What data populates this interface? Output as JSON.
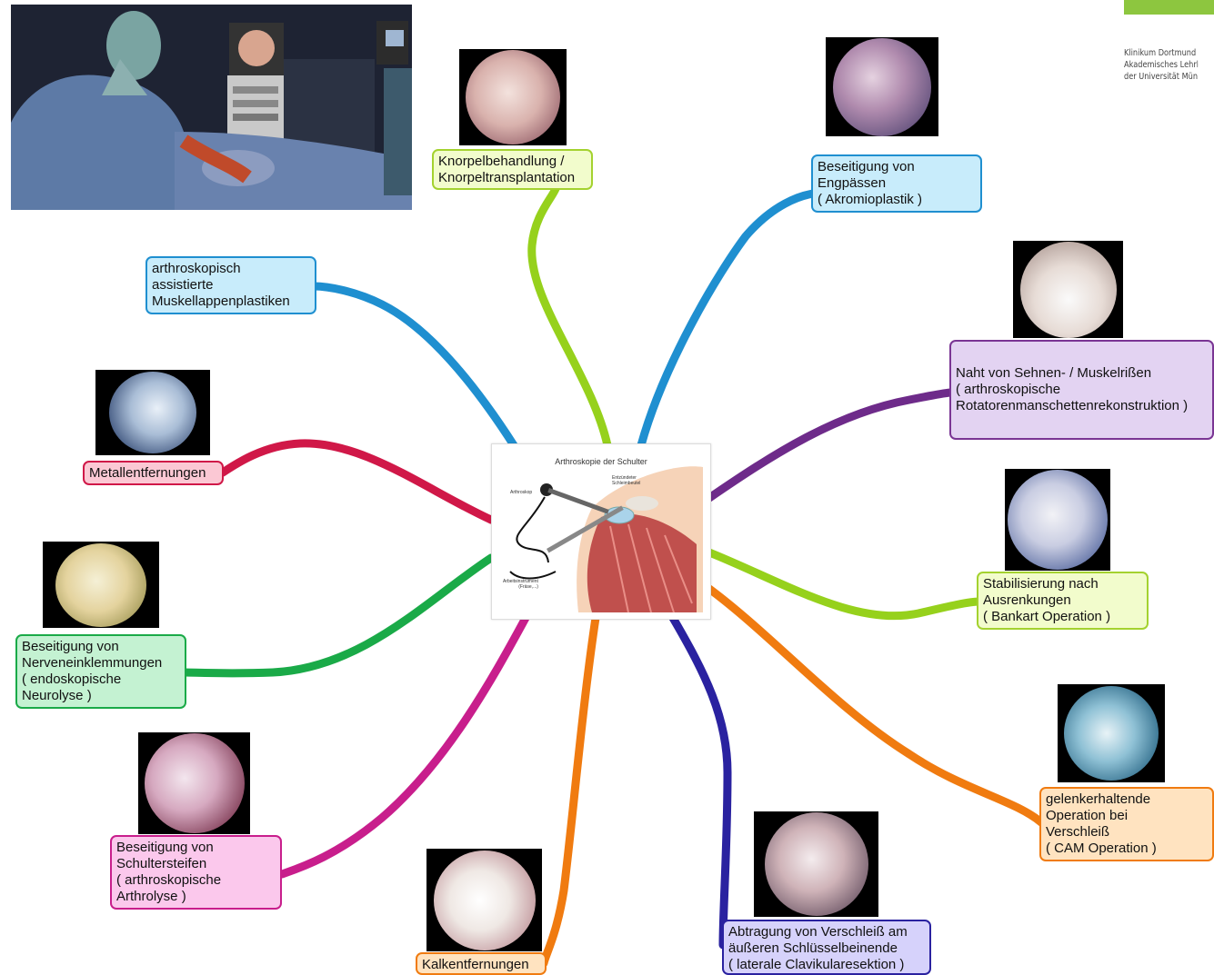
{
  "logo": {
    "accent": "#8dc63f",
    "lines": [
      "Klinikum Dortmund gGmbH",
      "Akademisches Lehrkrankenhaus",
      "der Universität Münster"
    ]
  },
  "center": {
    "title": "Arthroskopie der Schulter",
    "label_arthroskop": "Arthroskop",
    "label_schleimbeutel": "Entzündeter\nSchleimbeutel",
    "label_instrument": "Arbeitsinstrument\n(Fräse,...)"
  },
  "nodes": [
    {
      "id": "knorpel",
      "text": "Knorpelbehandlung /\nKnorpeltransplantation",
      "fill": "#f2fccc",
      "border": "#a4d22f",
      "branch": "#96d11c"
    },
    {
      "id": "engpass",
      "text": "Beseitigung von\nEngpässen\n( Akromioplastik )",
      "fill": "#c8ecfb",
      "border": "#1f8fd0",
      "branch": "#1f8fd0"
    },
    {
      "id": "muskellappen",
      "text": "arthroskopisch\nassistierte\nMuskellappenplastiken",
      "fill": "#c8ecfb",
      "border": "#1f8fd0",
      "branch": "#1f8fd0"
    },
    {
      "id": "naht",
      "text": "Naht von Sehnen- / Muskelrißen\n( arthroskopische\nRotatorenmanschettenrekonstruktion )",
      "fill": "#e3d3f2",
      "border": "#7a3594",
      "branch": "#6e2b8a"
    },
    {
      "id": "metall",
      "text": "Metallentfernungen",
      "fill": "#fbc8d4",
      "border": "#d01848",
      "branch": "#d01848"
    },
    {
      "id": "bankart",
      "text": "Stabilisierung nach\nAusrenkungen\n( Bankart Operation )",
      "fill": "#f2fccc",
      "border": "#a4d22f",
      "branch": "#96d11c"
    },
    {
      "id": "nerven",
      "text": "Beseitigung von\nNerveneinklemmungen\n( endoskopische\nNeurolyse )",
      "fill": "#c4f2d2",
      "border": "#1aaa48",
      "branch": "#1aaa48"
    },
    {
      "id": "cam",
      "text": "gelenkerhaltende\nOperation bei\nVerschleiß\n( CAM Operation )",
      "fill": "#ffe3c0",
      "border": "#f07b10",
      "branch": "#f07b10"
    },
    {
      "id": "schulter",
      "text": "Beseitigung von\nSchultersteifen\n( arthroskopische\nArthrolyse )",
      "fill": "#fbc8ec",
      "border": "#c81e8c",
      "branch": "#c81e8c"
    },
    {
      "id": "kalk",
      "text": "Kalkentfernungen",
      "fill": "#ffe3c0",
      "border": "#f07b10",
      "branch": "#f07b10"
    },
    {
      "id": "clavikula",
      "text": "Abtragung von Verschleiß am\näußeren Schlüsselbeinende\n( laterale Clavikularesektion )",
      "fill": "#d6d2fb",
      "border": "#2a22a0",
      "branch": "#2a22a0"
    }
  ]
}
